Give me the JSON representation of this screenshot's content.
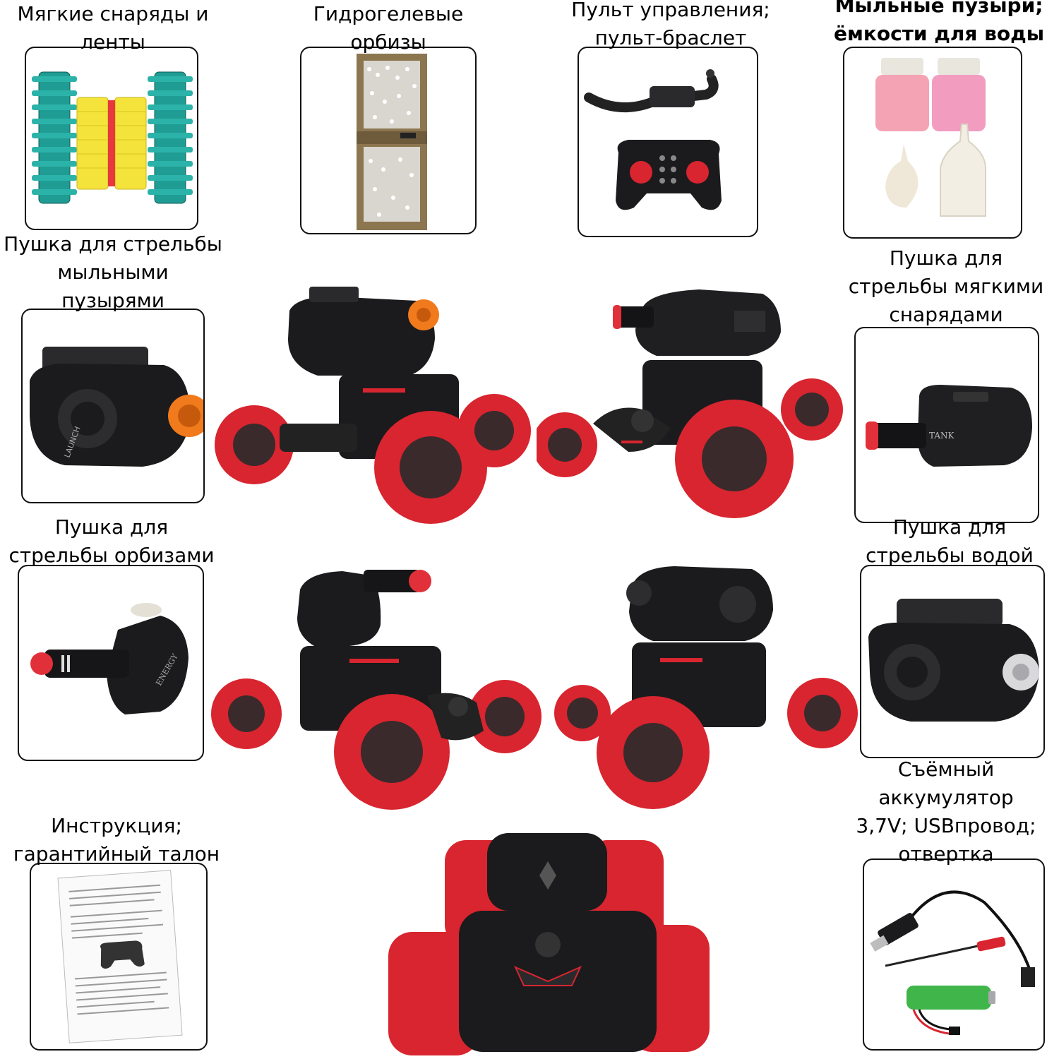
{
  "labels": {
    "soft_ammo": "Мягкие снаряды и\nленты",
    "orbeez": "Гидрогелевые\nорбизы",
    "remote": "Пульт управления;\nпульт-браслет",
    "bubbles": "Мыльные пузыри;\nёмкости для воды",
    "bubble_cannon": "Пушка для стрельбы\nмыльными\nпузырями",
    "soft_cannon": "Пушка для\nстрельбы мягкими\nснарядами",
    "orbeez_cannon": "Пушка для\nстрельбы орбизами",
    "water_cannon": "Пушка для\nстрельбы водой",
    "manual": "Инструкция;\nгарантийный талон",
    "battery": "Съёмный\nаккумулятор\n3,7V; USBпровод;\nотвертка"
  },
  "printed_marks": {
    "launch": "LAUNCH",
    "tank": "TANK",
    "energy": "ENERGY"
  },
  "colors": {
    "wheel_red": "#d8252f",
    "body_black": "#1b1b1d",
    "orange_ring": "#f07a1c",
    "teal_belt": "#1f9c93",
    "yellow_dart": "#f4e33a",
    "bubble_pink": "#f4a3b5",
    "battery_green": "#3fb54a",
    "packet_brown": "#8c7650"
  }
}
